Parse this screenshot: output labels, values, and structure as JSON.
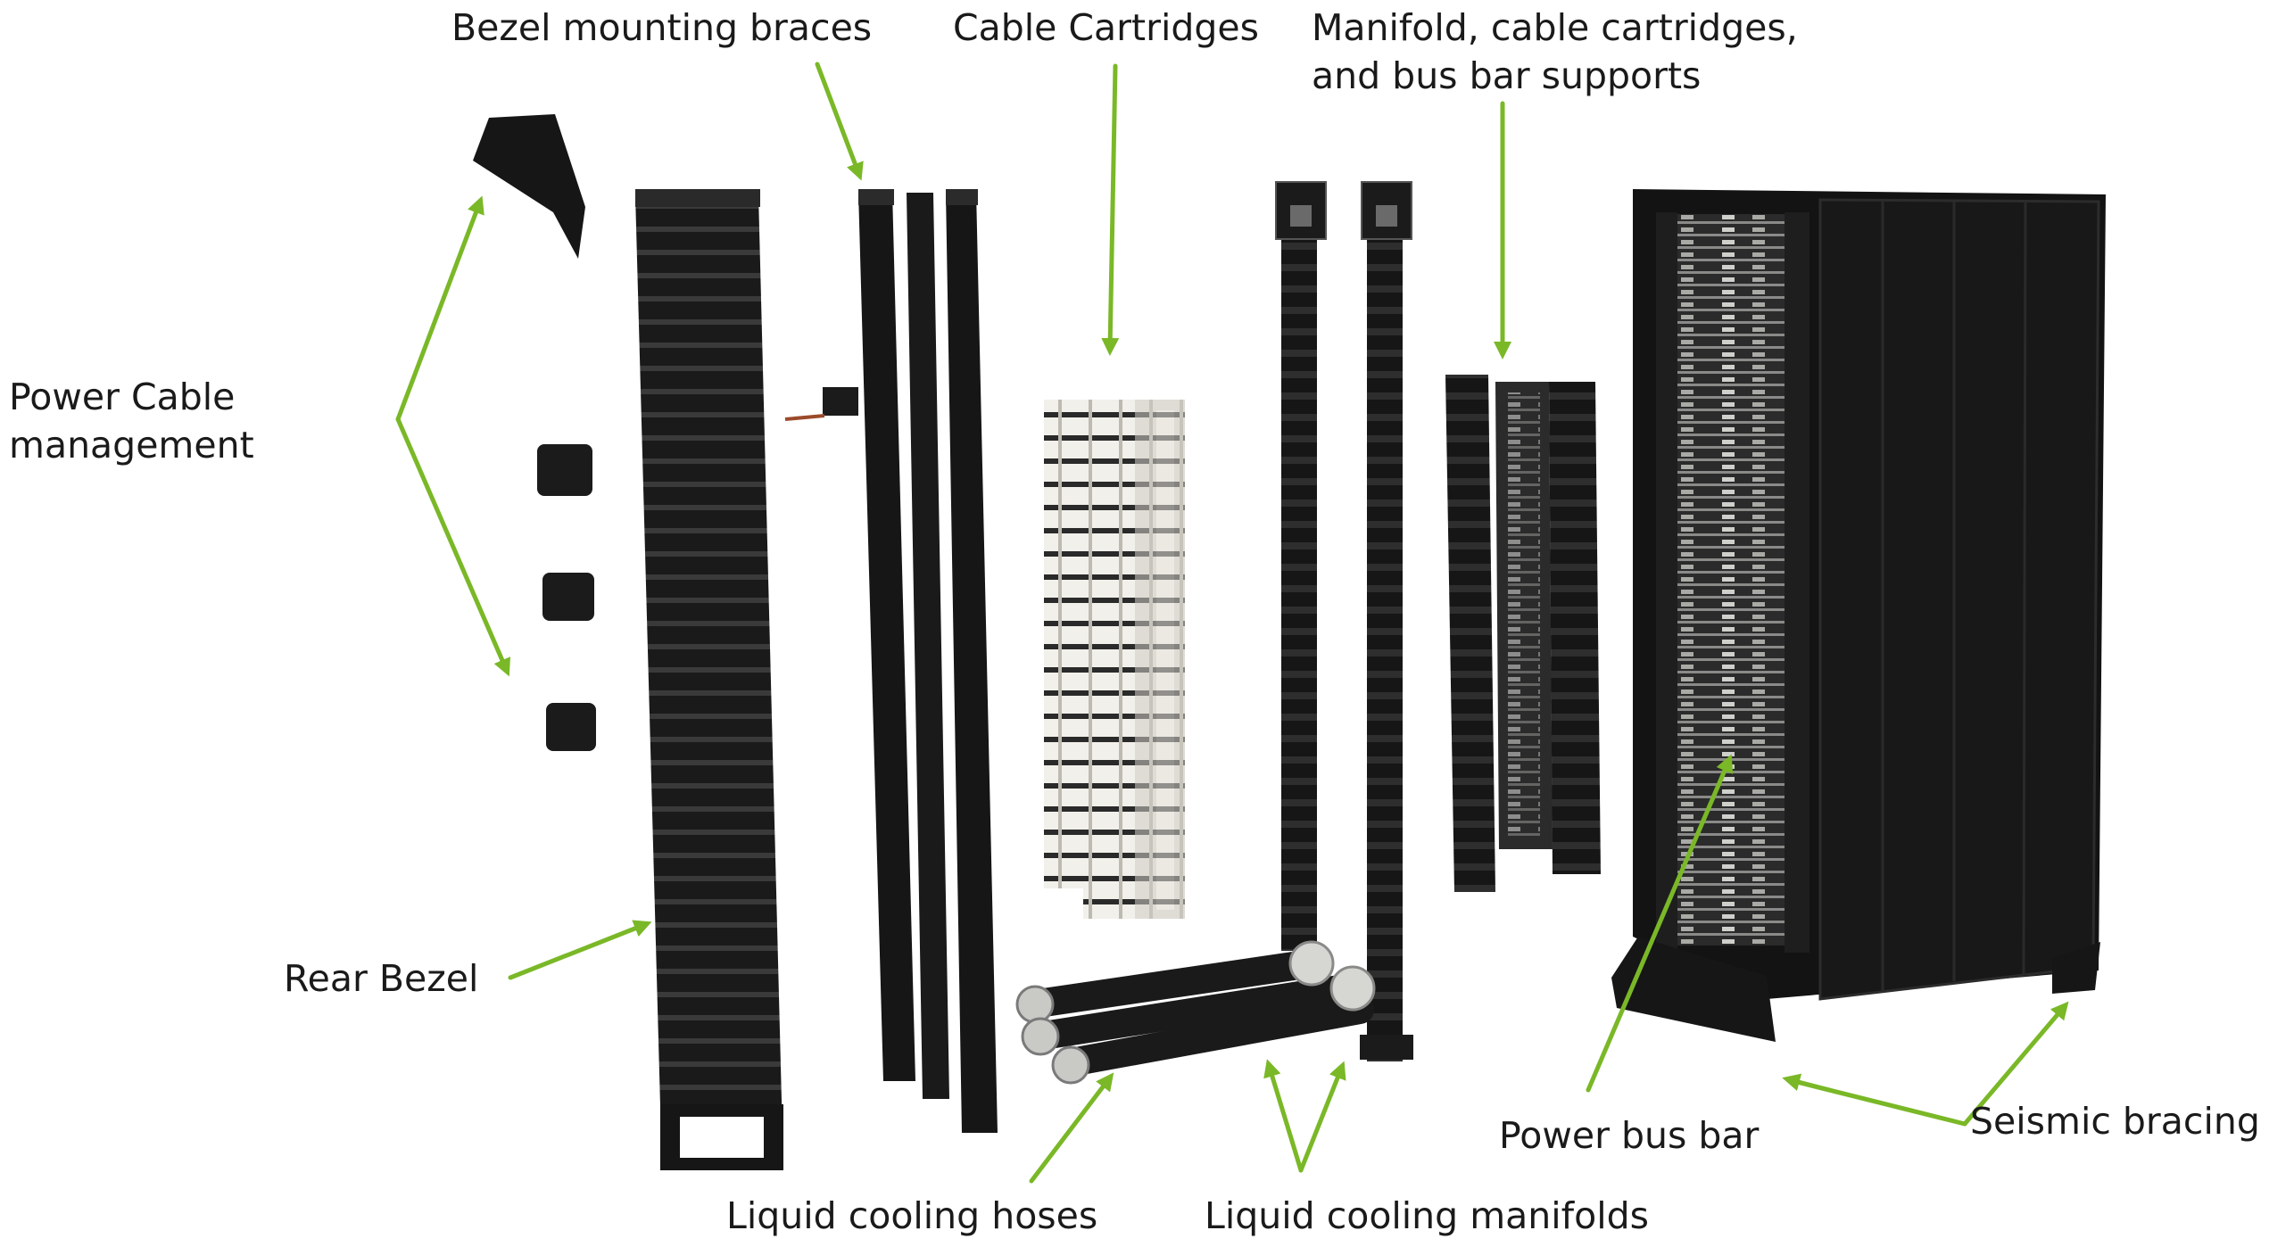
{
  "labels": {
    "bezel_mounting_braces": "Bezel mounting braces",
    "cable_cartridges": "Cable Cartridges",
    "manifold_line1": "Manifold, cable cartridges,",
    "manifold_line2": "and bus bar supports",
    "power_cable_line1": "Power Cable",
    "power_cable_line2": "management",
    "rear_bezel": "Rear Bezel",
    "power_bus_bar": "Power bus bar",
    "seismic_bracing": "Seismic bracing",
    "liquid_cooling_hoses": "Liquid cooling hoses",
    "liquid_cooling_manifolds": "Liquid cooling manifolds"
  },
  "colors": {
    "arrow": "#7ab827",
    "hardware": "#161616",
    "hardware_edge": "#3a3a3a",
    "cartridge": "#e8e6e0",
    "text": "#1a1a1a"
  }
}
